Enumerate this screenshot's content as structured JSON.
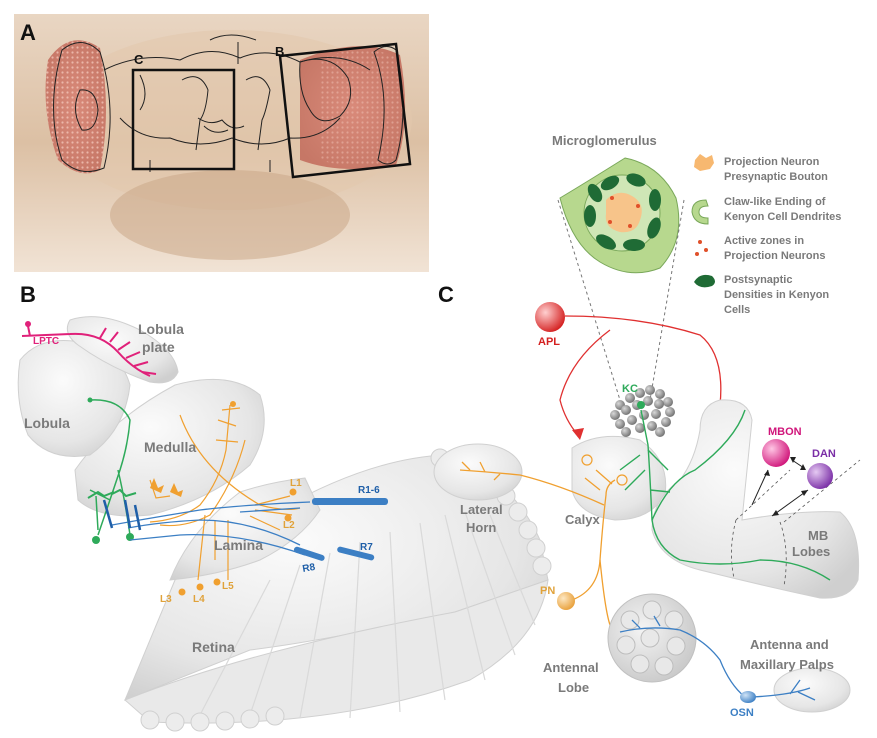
{
  "panels": {
    "a": {
      "letter": "A",
      "box_b": "B",
      "box_c": "C"
    },
    "b": {
      "letter": "B",
      "lptc": "LPTC",
      "lobula_plate_1": "Lobula",
      "lobula_plate_2": "plate",
      "lobula": "Lobula",
      "medulla": "Medulla",
      "lamina": "Lamina",
      "retina": "Retina",
      "l1": "L1",
      "l2": "L2",
      "l3": "L3",
      "l4": "L4",
      "l5": "L5",
      "r16": "R1-6",
      "r7": "R7",
      "r8": "R8"
    },
    "c": {
      "letter": "C",
      "microglomerulus": "Microglomerulus",
      "apl": "APL",
      "kc": "KC",
      "mbon": "MBON",
      "dan": "DAN",
      "lateral_horn_1": "Lateral",
      "lateral_horn_2": "Horn",
      "calyx": "Calyx",
      "mb_lobes_1": "MB",
      "mb_lobes_2": "Lobes",
      "pn": "PN",
      "antennal_lobe_1": "Antennal",
      "antennal_lobe_2": "Lobe",
      "antenna_1": "Antenna and",
      "antenna_2": "Maxillary Palps",
      "osn": "OSN",
      "legend": [
        {
          "line1": "Projection Neuron",
          "line2": "Presynaptic Bouton"
        },
        {
          "line1": "Claw-like Ending of",
          "line2": "Kenyon Cell Dendrites"
        },
        {
          "line1": "Active zones in",
          "line2": "Projection Neurons"
        },
        {
          "line1": "Postsynaptic",
          "line2": "Densities in Kenyon",
          "line3": "Cells"
        }
      ]
    }
  },
  "colors": {
    "lptc": "#e0217a",
    "lobula_neuron": "#2eaa5a",
    "medulla_neuron": "#f0a030",
    "photoreceptor": "#3c7fc4",
    "apl": "#e03030",
    "kc": "#2eaa5a",
    "mbon": "#e0217a",
    "dan": "#8a3fb0",
    "pn": "#f0a030",
    "osn": "#3c7fc4",
    "bouton": "#f5b86a",
    "claw": "#9ccf7e",
    "active_zone": "#e0502a",
    "psd": "#1f6b35"
  }
}
